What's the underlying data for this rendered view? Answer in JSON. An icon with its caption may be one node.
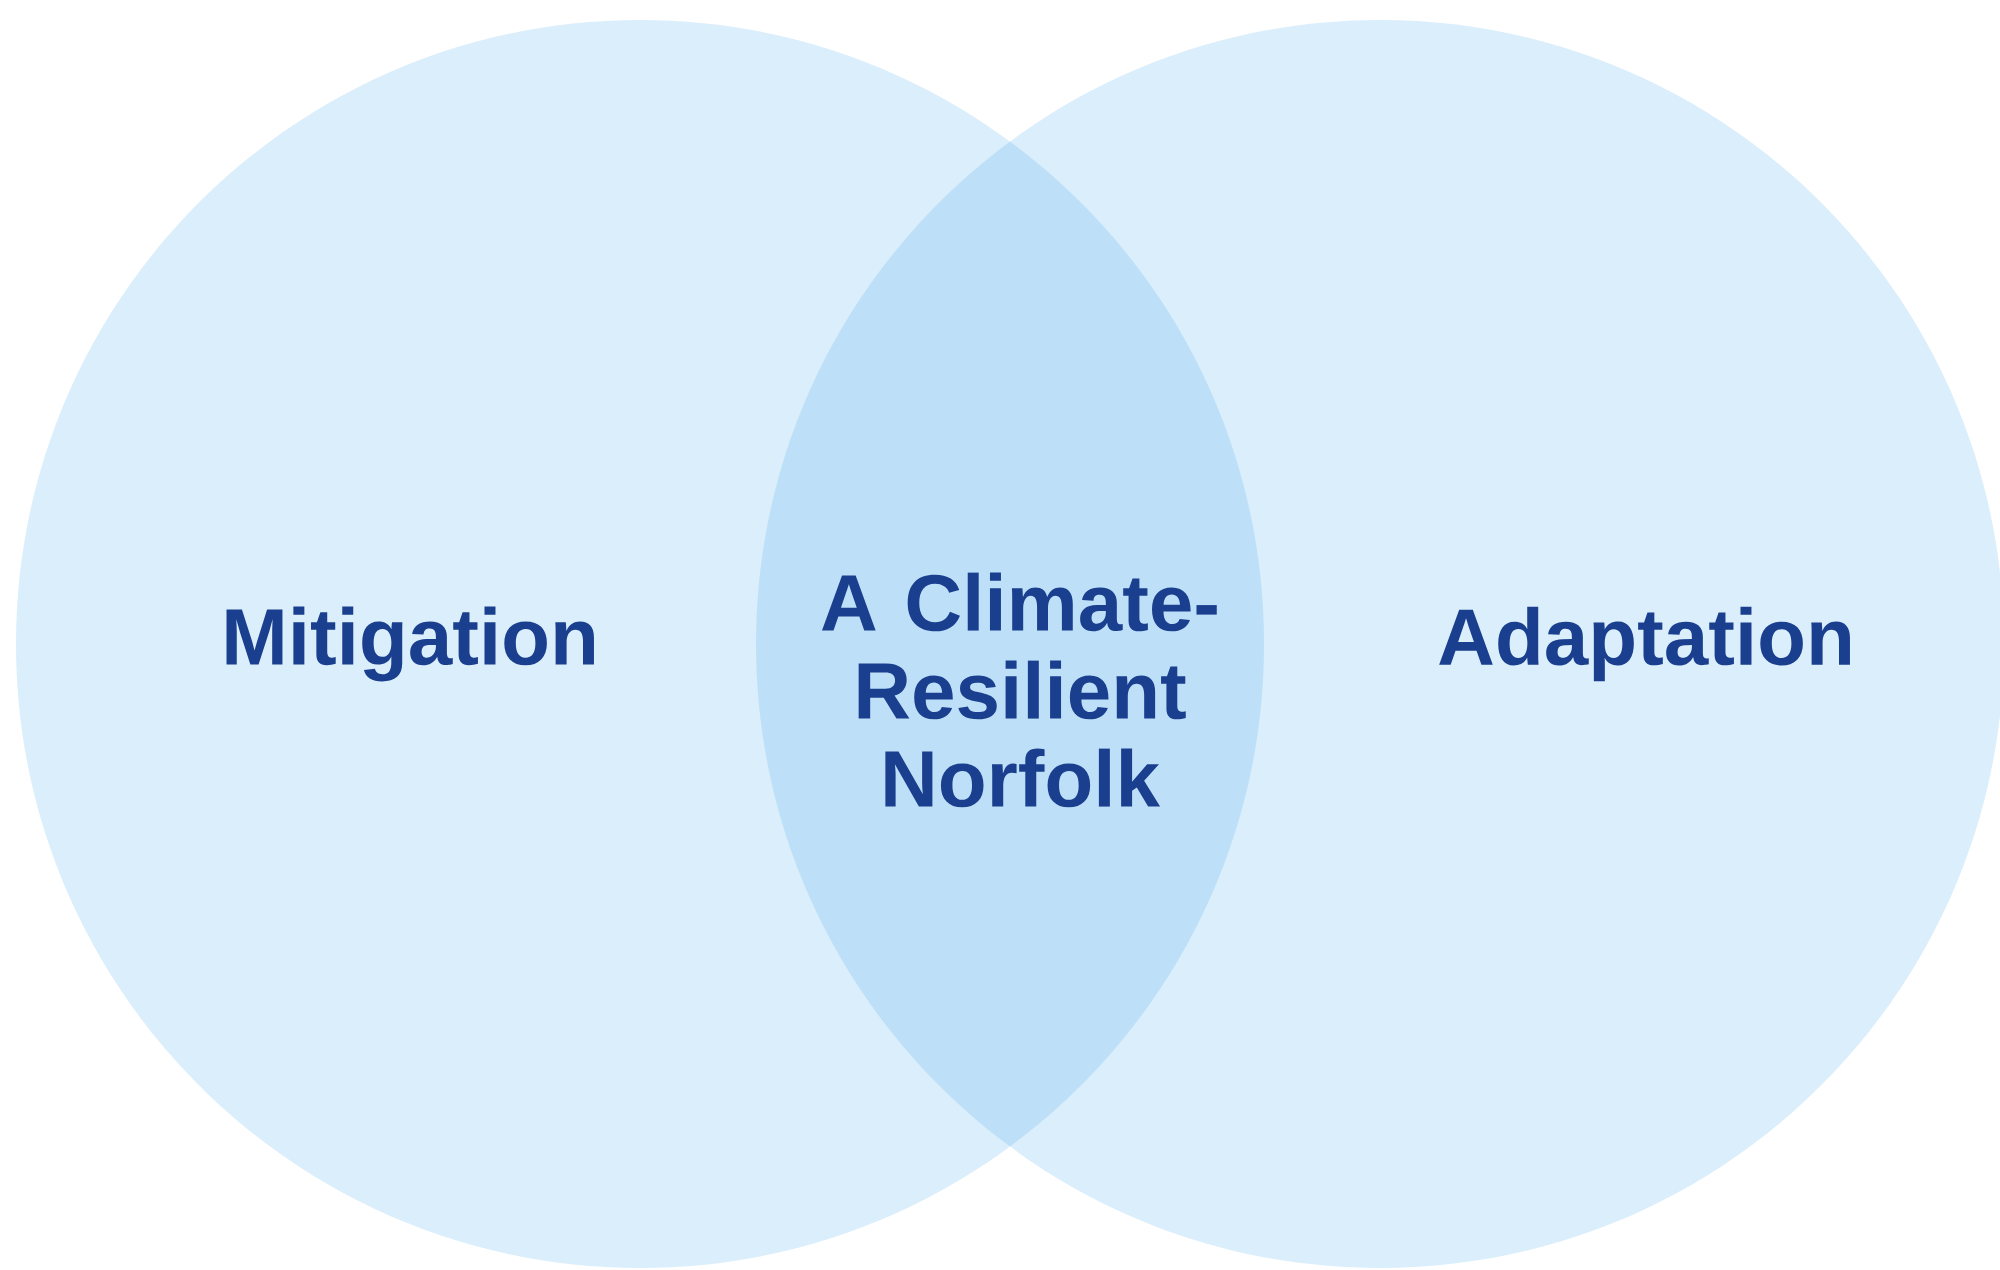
{
  "diagram": {
    "nodes": [
      {
        "text": [
          "Mitigation"
        ]
      },
      {
        "text": [
          "Adaptation"
        ]
      },
      {
        "text": [
          "A Climate-Resilient Norfolk"
        ]
      }
    ]
  }
}
